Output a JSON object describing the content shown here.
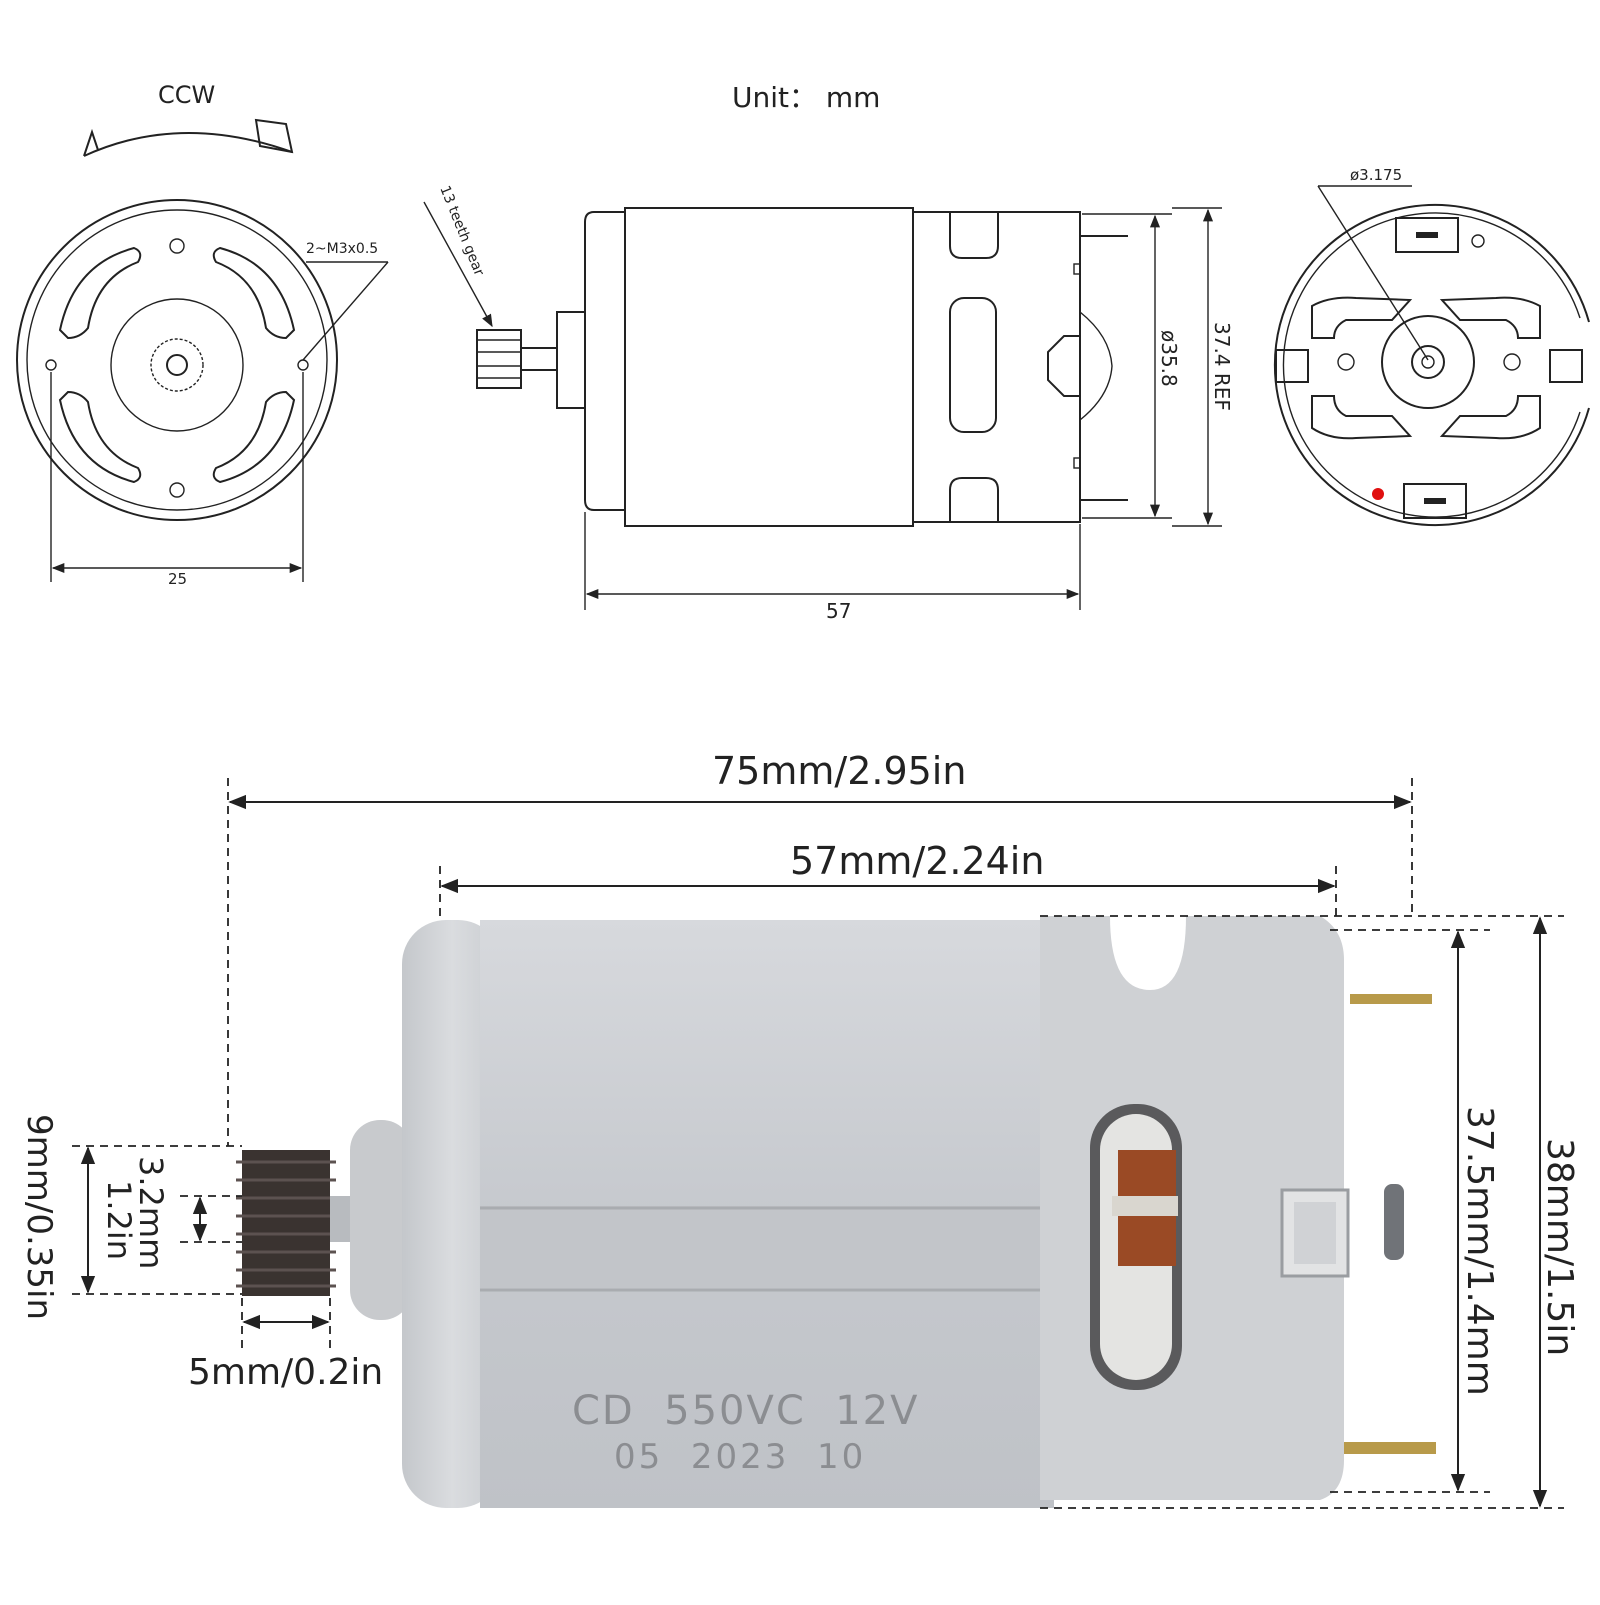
{
  "drawing": {
    "rotation_label": "CCW",
    "unit_label": "Unit： mm",
    "front_screw_label": "2~M3x0.5",
    "front_width": "25",
    "gear_label": "13 teeth gear",
    "body_diameter": "ø35.8",
    "overall_ref": "37.4 REF",
    "body_length": "57",
    "shaft_diameter": "ø3.175"
  },
  "photo": {
    "overall_length": "75mm/2.95in",
    "body_length": "57mm/2.24in",
    "gear_height": "9mm/0.35in",
    "shaft_size": "3.2mm",
    "shaft_size_in": "1.2in",
    "gear_width": "5mm/0.2in",
    "height_inner": "37.5mm/1.4mm",
    "height_outer": "38mm/1.5in",
    "marking_line1": "CD  550VC  12V",
    "marking_line2": "05  2023  10"
  },
  "colors": {
    "line": "#222222",
    "motor_body": "#c9ccd1",
    "gear": "#3a3330",
    "copper": "#9a4a25",
    "red_dot": "#e01010"
  }
}
